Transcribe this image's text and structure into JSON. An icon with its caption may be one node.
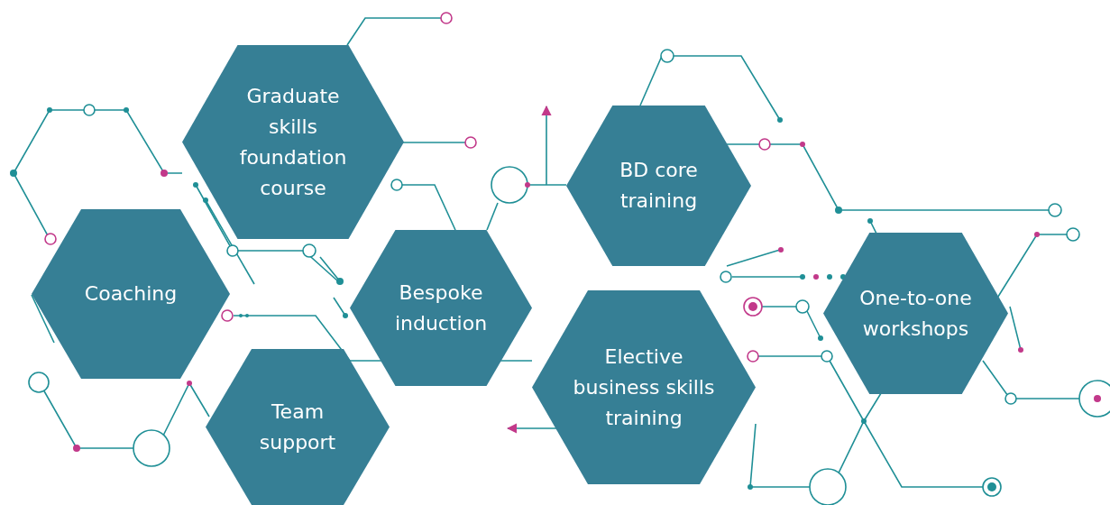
{
  "diagram": {
    "nodes": [
      {
        "text": [
          "Graduate skills foundation course"
        ]
      },
      {
        "text": [
          "Coaching"
        ]
      },
      {
        "text": [
          "Bespoke induction"
        ]
      },
      {
        "text": [
          "Team support"
        ]
      },
      {
        "text": [
          "BD core training"
        ]
      },
      {
        "text": [
          "Elective business skills training"
        ]
      },
      {
        "text": [
          "One-to-one workshops"
        ]
      }
    ]
  }
}
